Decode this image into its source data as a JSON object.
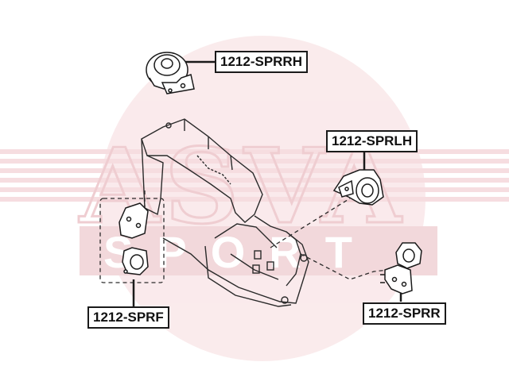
{
  "diagram": {
    "watermark": {
      "brand_text": "ASVA",
      "sub_text": "SPORT",
      "color": "#e8b9be"
    },
    "line_color": "#2a2a2a",
    "parts": [
      {
        "id": "upper-right-mount",
        "label": "1212-SPRRH",
        "icon": "engine-mount-upper-right"
      },
      {
        "id": "left-mount",
        "label": "1212-SPRLH",
        "icon": "engine-mount-left"
      },
      {
        "id": "front-mount",
        "label": "1212-SPRF",
        "icon": "engine-mount-front"
      },
      {
        "id": "rear-mount",
        "label": "1212-SPRR",
        "icon": "engine-mount-rear"
      }
    ]
  }
}
